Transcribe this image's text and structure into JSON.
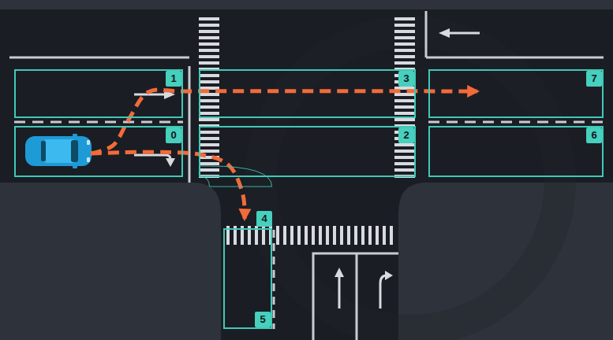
{
  "diagram": {
    "nodes": [
      {
        "text": [
          "1"
        ]
      },
      {
        "text": [
          "3"
        ]
      },
      {
        "text": [
          "7"
        ]
      },
      {
        "text": [
          "0"
        ]
      },
      {
        "text": [
          "2"
        ]
      },
      {
        "text": [
          "6"
        ]
      },
      {
        "text": [
          "4"
        ]
      },
      {
        "text": [
          "5"
        ]
      }
    ],
    "edges": [
      {
        "from": 3,
        "to": 2,
        "arrow": "to"
      },
      {
        "from": 3,
        "to": 6,
        "arrow": "to"
      }
    ]
  }
}
